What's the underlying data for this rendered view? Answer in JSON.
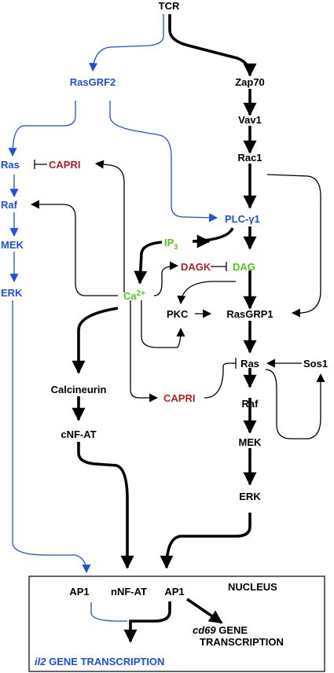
{
  "nodes": {
    "tcr": "TCR",
    "zap70": "Zap70",
    "vav1": "Vav1",
    "rac1": "Rac1",
    "plcg1": "PLC-γ1",
    "rasgrf2": "RasGRF2",
    "ras_left": "Ras",
    "raf_left": "Raf",
    "mek_left": "MEK",
    "erk_left": "ERK",
    "capri_top": "CAPRI",
    "ip3_base": "IP",
    "ip3_sub": "3",
    "dagk": "DAGK",
    "dag": "DAG",
    "ca_base": "Ca",
    "ca_sup": "2+",
    "pkc": "PKC",
    "rasgrp1": "RasGRP1",
    "ras_right": "Ras",
    "sos1": "Sos1",
    "raf_right": "Raf",
    "mek_right": "MEK",
    "erk_right": "ERK",
    "capri_bottom": "CAPRI",
    "calcineurin": "Calcineurin",
    "cnfat": "cNF-AT"
  },
  "nucleus": {
    "label": "NUCLEUS",
    "ap1_left": "AP1",
    "nnfat": "nNF-AT",
    "ap1_right": "AP1",
    "cd69_italic": "cd69",
    "cd69_gene": " GENE",
    "cd69_transcription": "TRANSCRIPTION",
    "il2_italic": "il2",
    "il2_rest": " GENE TRANSCRIPTION"
  },
  "colors": {
    "black": "#000000",
    "blue": "#1f4fe0",
    "red": "#b81f1f",
    "green": "#52c41a"
  }
}
